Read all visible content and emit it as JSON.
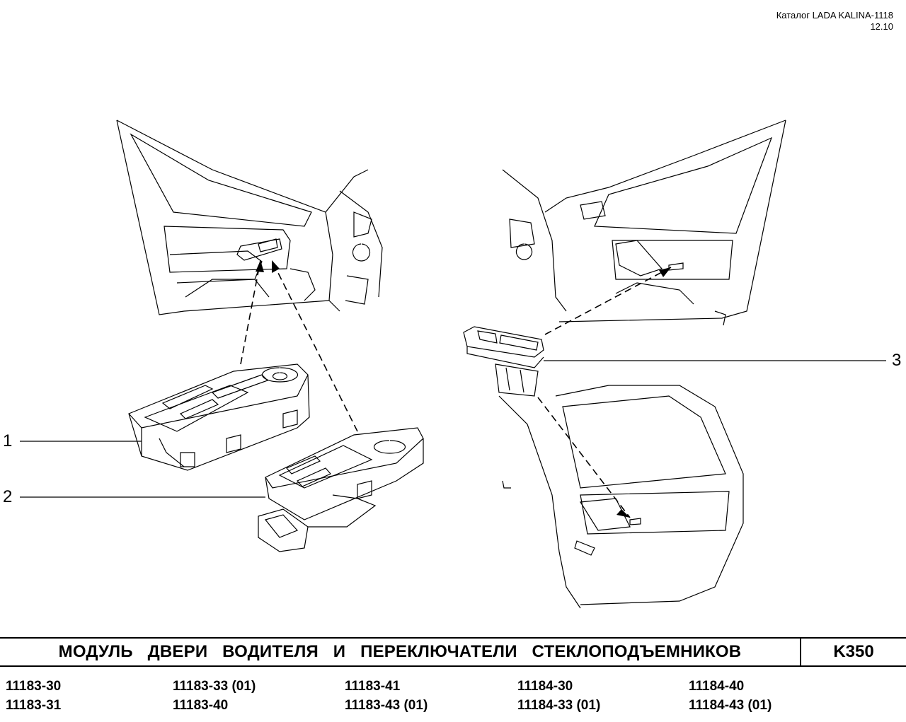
{
  "header": {
    "catalog": "Каталог LADA KALINA-1118",
    "date": "12.10"
  },
  "callouts": [
    "1",
    "2",
    "3"
  ],
  "title": "МОДУЛЬ ДВЕРИ ВОДИТЕЛЯ И ПЕРЕКЛЮЧАТЕЛИ СТЕКЛОПОДЪЕМНИКОВ",
  "section_code": "K350",
  "models": [
    [
      "11183-30",
      "11183-31"
    ],
    [
      "11183-33 (01)",
      "11183-40"
    ],
    [
      "11183-41",
      "11183-43 (01)"
    ],
    [
      "11184-30",
      "11184-33 (01)"
    ],
    [
      "11184-40",
      "11184-43 (01)"
    ]
  ]
}
